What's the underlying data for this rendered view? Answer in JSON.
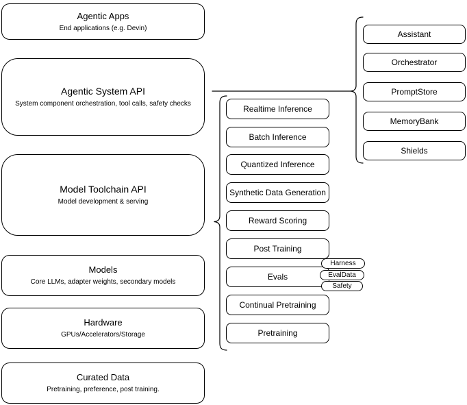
{
  "stack": [
    {
      "title": "Agentic Apps",
      "subtitle": "End applications (e.g. Devin)"
    },
    {
      "title": "Agentic System API",
      "subtitle": "System component orchestration, tool calls, safety checks"
    },
    {
      "title": "Model Toolchain API",
      "subtitle": "Model development & serving"
    },
    {
      "title": "Models",
      "subtitle": "Core LLMs, adapter weights, secondary models"
    },
    {
      "title": "Hardware",
      "subtitle": "GPUs/Accelerators/Storage"
    },
    {
      "title": "Curated Data",
      "subtitle": "Pretraining, preference, post training."
    }
  ],
  "toolchain": {
    "items": [
      "Realtime Inference",
      "Batch Inference",
      "Quantized Inference",
      "Synthetic Data Generation",
      "Reward Scoring",
      "Post Training",
      "Evals",
      "Continual Pretraining",
      "Pretraining"
    ]
  },
  "evals_pills": [
    "Harness",
    "EvalData",
    "Safety"
  ],
  "system_components": [
    "Assistant",
    "Orchestrator",
    "PromptStore",
    "MemoryBank",
    "Shields"
  ],
  "colors": {
    "stroke": "#000000",
    "fill": "#ffffff",
    "canvas": "#ffffff"
  }
}
